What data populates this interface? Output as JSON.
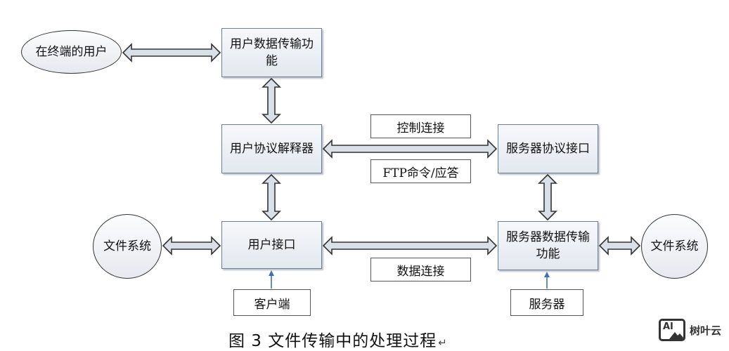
{
  "nodes": {
    "terminal_user": "在终端的用户",
    "user_data_transfer": "用户数据传输功能",
    "user_protocol_interpreter": "用户协议解释器",
    "user_interface": "用户接口",
    "left_file_system": "文件系统",
    "client": "客户端",
    "server_protocol_interface": "服务器协议接口",
    "server_data_transfer": "服务器数据传输功能",
    "right_file_system": "文件系统",
    "server": "服务器"
  },
  "labels": {
    "control_connection": "控制连接",
    "ftp_command_reply": "FTP命令/应答",
    "data_connection": "数据连接"
  },
  "caption": {
    "text": "图 3  文件传输中的处理过程",
    "return_mark": "↵"
  },
  "watermark": {
    "logo_text": "AI",
    "text": "树叶云"
  },
  "colors": {
    "arrow_fill": "#d9e0e8",
    "arrow_stroke": "#333333",
    "box_border": "#6d7f97",
    "small_arrow": "#3f6fb0"
  }
}
